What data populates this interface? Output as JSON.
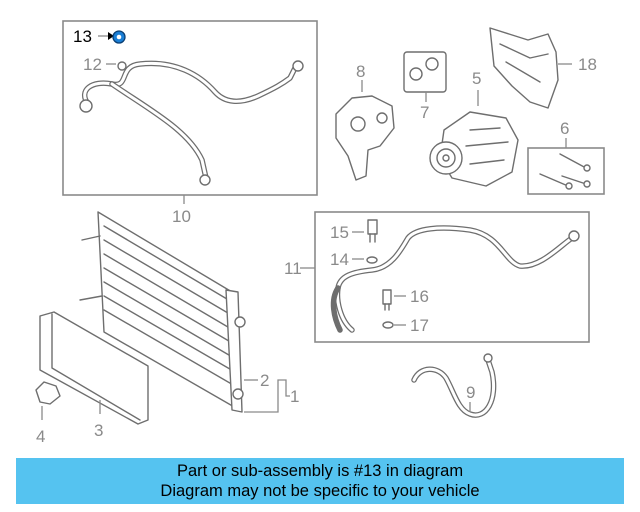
{
  "callouts": {
    "c1": "1",
    "c2": "2",
    "c3": "3",
    "c4": "4",
    "c5": "5",
    "c6": "6",
    "c7": "7",
    "c8": "8",
    "c9": "9",
    "c10": "10",
    "c11": "11",
    "c12": "12",
    "c13": "13",
    "c14": "14",
    "c15": "15",
    "c16": "16",
    "c17": "17",
    "c18": "18"
  },
  "highlighted_part": "13",
  "highlight_color": "#1a7fd6",
  "banner": {
    "line1": "Part or sub-assembly is #13 in diagram",
    "line2": "Diagram may not be specific to your vehicle",
    "background": "#55c3f0"
  }
}
